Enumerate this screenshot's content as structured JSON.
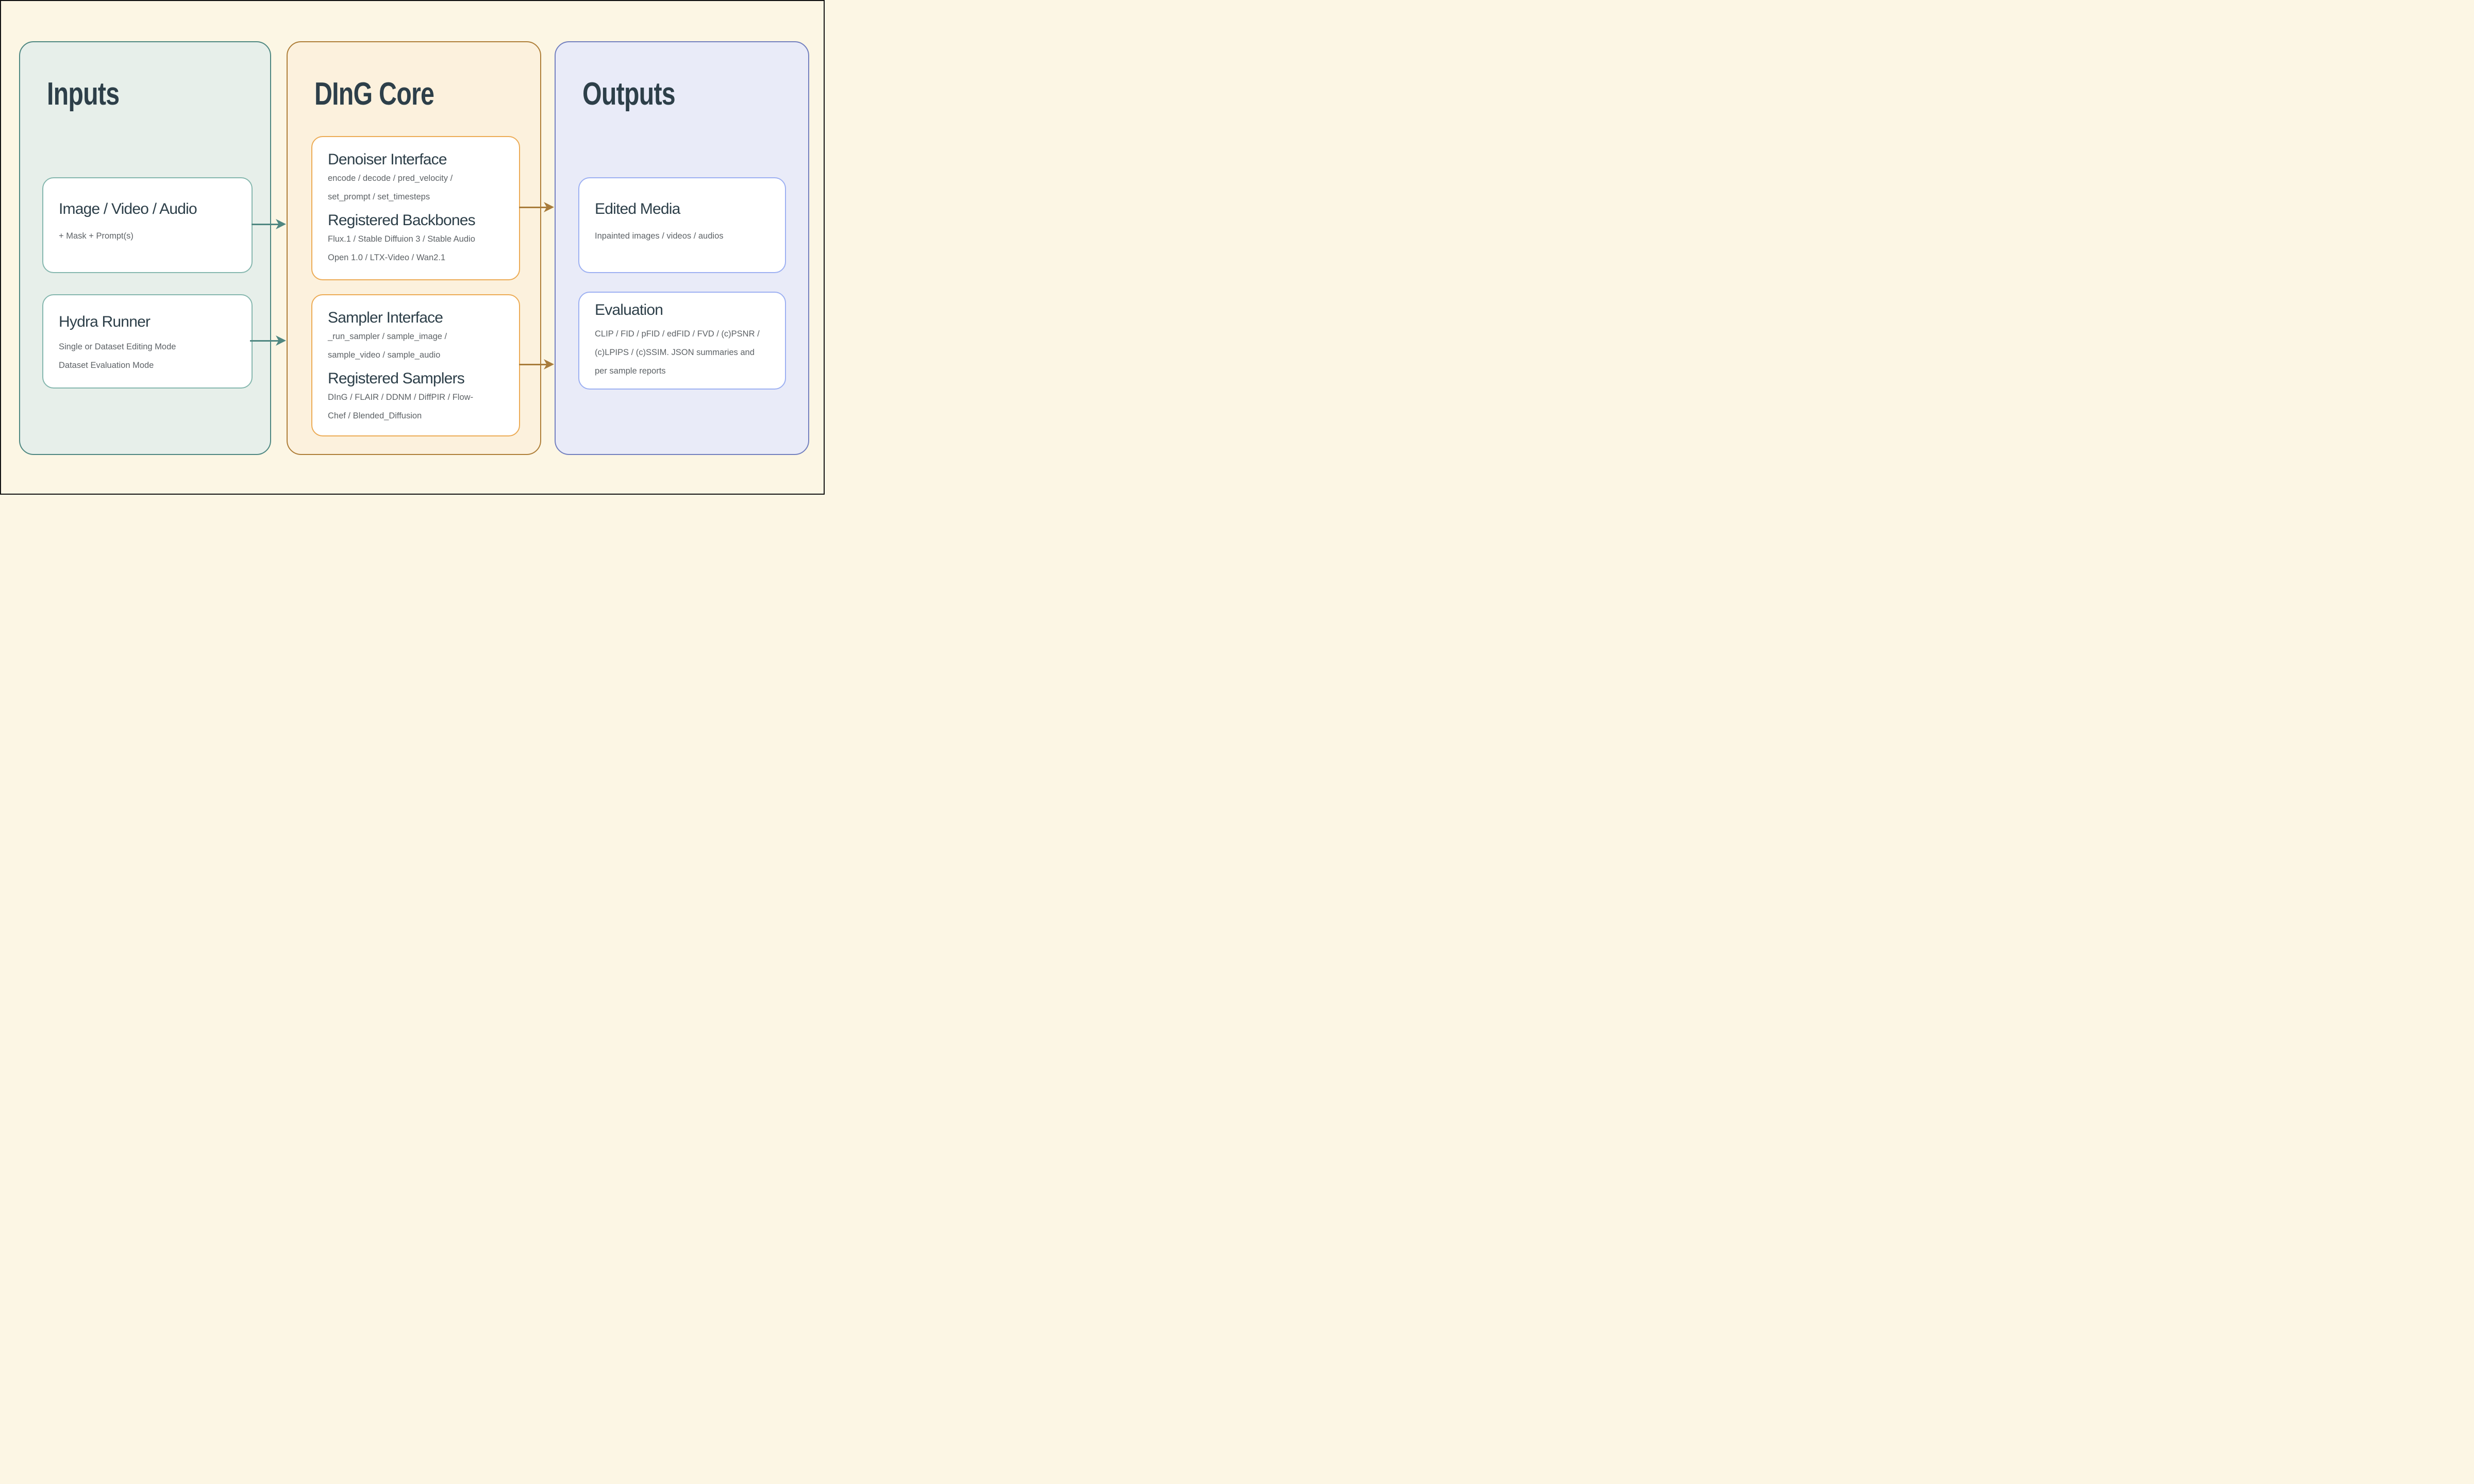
{
  "colors": {
    "page-bg": "#fcf6e4",
    "frame": "#111111",
    "heading-text": "#2d3f49",
    "body-text": "#5d6266",
    "inputs-bg": "#e7efea",
    "inputs-border": "#4e8781",
    "inputs-box-border": "#85b7ae",
    "inputs-arrow": "#4f8781",
    "core-bg": "#fcf1dd",
    "core-border": "#ae7e38",
    "core-box-border": "#ecab55",
    "core-arrow": "#a87c3b",
    "outputs-bg": "#e9ebf8",
    "outputs-border": "#7380bf",
    "outputs-box-border": "#9db0f2",
    "white": "#ffffff"
  },
  "columns": [
    {
      "title": "Inputs",
      "boxes": [
        {
          "blocks": [
            {
              "heading": "Image / Video / Audio",
              "lines": [
                "+ Mask + Prompt(s)"
              ]
            }
          ]
        },
        {
          "blocks": [
            {
              "heading": "Hydra Runner",
              "lines": [
                "Single or Dataset Editing Mode",
                "Dataset Evaluation Mode"
              ]
            }
          ]
        }
      ]
    },
    {
      "title": "DInG Core",
      "boxes": [
        {
          "blocks": [
            {
              "heading": "Denoiser Interface",
              "lines": [
                "encode / decode / pred_velocity /",
                "set_prompt / set_timesteps"
              ]
            },
            {
              "heading": "Registered Backbones",
              "lines": [
                "Flux.1 / Stable Diffuion 3 / Stable Audio",
                "Open 1.0 / LTX-Video / Wan2.1"
              ]
            }
          ]
        },
        {
          "blocks": [
            {
              "heading": "Sampler Interface",
              "lines": [
                "_run_sampler / sample_image /",
                "sample_video / sample_audio"
              ]
            },
            {
              "heading": "Registered Samplers",
              "lines": [
                "DInG / FLAIR / DDNM / DiffPIR / Flow-",
                "Chef / Blended_Diffusion"
              ]
            }
          ]
        }
      ]
    },
    {
      "title": "Outputs",
      "boxes": [
        {
          "blocks": [
            {
              "heading": "Edited Media",
              "lines": [
                "Inpainted images / videos / audios"
              ]
            }
          ]
        },
        {
          "blocks": [
            {
              "heading": "Evaluation",
              "lines": [
                "CLIP / FID / pFID / edFID / FVD / (c)PSNR /",
                "(c)LPIPS / (c)SSIM. JSON summaries and",
                "per sample reports"
              ]
            }
          ]
        }
      ]
    }
  ],
  "arrows": [
    {
      "name": "input-media-to-core"
    },
    {
      "name": "hydra-to-core"
    },
    {
      "name": "denoiser-to-edited-media"
    },
    {
      "name": "sampler-to-evaluation"
    }
  ]
}
